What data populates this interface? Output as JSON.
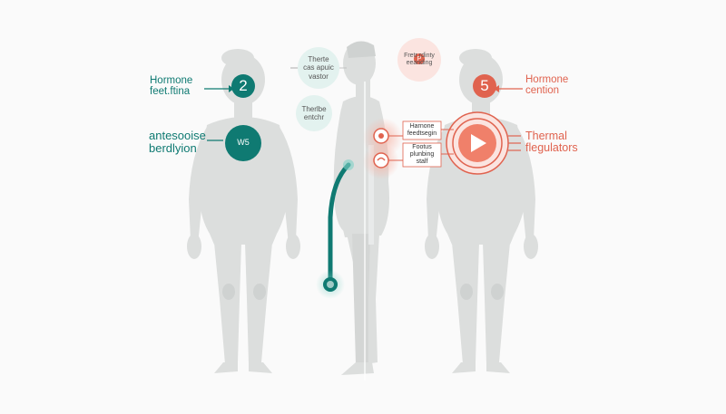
{
  "left_figure": {
    "label_top": "Hormone\nfeet.ftina",
    "badge_top": "2",
    "label_mid": "antesooise\nberdlyion",
    "badge_mid": "W5"
  },
  "center_figure": {
    "bubble_1": "Therte\ncas apuic\nvastor",
    "bubble_2": "Therlbe\nentchr",
    "bubble_3_badge": "P",
    "bubble_3": "Fretr rdinty\neeanding"
  },
  "right_figure": {
    "badge_top": "5",
    "label_top": "Hormone\ncention",
    "box_1": "Harnone\nfeedtsegin",
    "box_2": "Footus\nplunbing\nstalf",
    "label_mid": "Thermal\nflegulators"
  },
  "colors": {
    "teal": "#0f7a72",
    "coral": "#e0634f",
    "body": "#dcdedd",
    "bubble_teal": "#e3f2ef",
    "bubble_coral": "#fbe4e0"
  },
  "icons": [
    "play-icon",
    "arrow-icon"
  ]
}
